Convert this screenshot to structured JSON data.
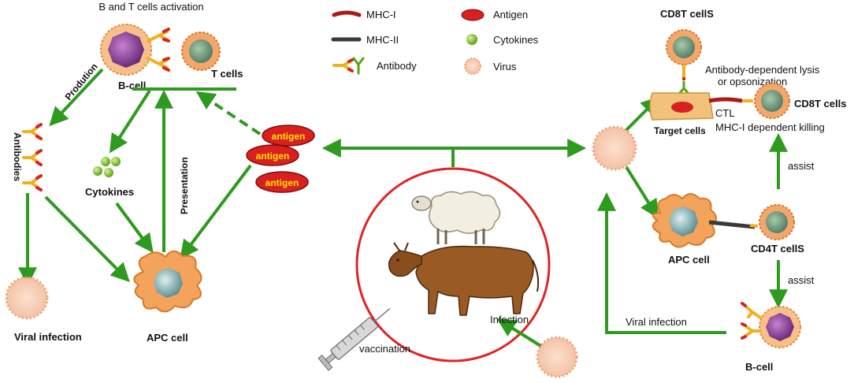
{
  "left": {
    "title": "B and T cells activation",
    "bcell_label": "B-cell",
    "tcell_label": "T cells",
    "prodution_label": "Prodution",
    "antibodies_label": "Antibodies",
    "cytokines_label": "Cytokines",
    "presentation_label": "Presentation",
    "viral_infection_label": "Viral infection",
    "apc_label": "APC cell",
    "antigen_labels": [
      "antigen",
      "antigen",
      "antigen"
    ]
  },
  "legend": {
    "mhc1": "MHC-I",
    "mhc2": "MHC-II",
    "antibody": "Antibody",
    "antigen": "Antigen",
    "cytokines": "Cytokines",
    "virus": "Virus"
  },
  "center": {
    "vaccination_label": "vaccination",
    "infection_label": "Infection"
  },
  "right": {
    "cd8_top_label": "CD8T cellS",
    "lysis_label_line1": "Antibody-dependent lysis",
    "lysis_label_line2": "or opsonization",
    "target_label": "Target cells",
    "ctl_label": "CTL",
    "cd8_right_label": "CD8T cells",
    "mhc1_killing_label": "MHC-I dependent killing",
    "assist_top_label": "assist",
    "apc_label": "APC cell",
    "cd4_label": "CD4T cellS",
    "assist_bottom_label": "assist",
    "viral_infection_label": "Viral infection",
    "bcell_label": "B-cell"
  },
  "colors": {
    "arrow": "#2e9a1f",
    "apc": "#f4a35a",
    "bcell": "#f7c08a",
    "bcell_nucleus": "#8e3f9a",
    "tcell": "#f3a76b",
    "tcell_nucleus": "#6f9a7a",
    "antigen": "#d91f1f",
    "antigen_text": "#ffe600",
    "cytokine": "#7cc61f",
    "circle": "#e02424"
  }
}
